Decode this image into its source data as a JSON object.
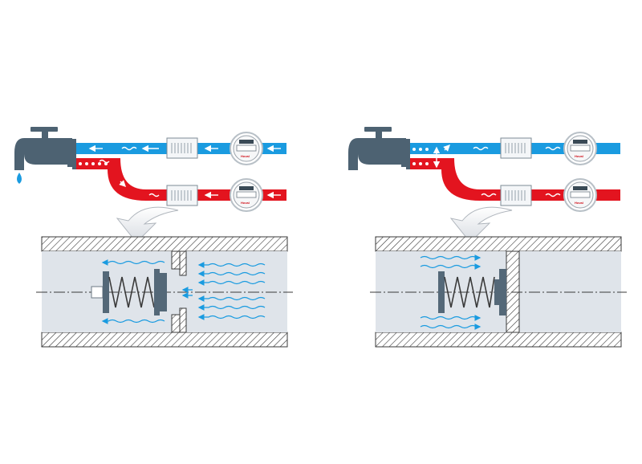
{
  "diagram": {
    "panels": [
      {
        "state": "flowing",
        "valve": "open",
        "tap_dripping": true
      },
      {
        "state": "stopped",
        "valve": "closed",
        "tap_dripping": false
      }
    ],
    "meter_brand": "Hoval",
    "colors": {
      "cold_pipe": "#1a9be0",
      "hot_pipe": "#e3141f",
      "tap": "#4d6272",
      "valve_body": "#546878",
      "section_fill": "#dfe4ea",
      "flow_arrow": "#1a9be0",
      "hatch": "#3a3a3a"
    },
    "icons": [
      "tap-icon",
      "water-meter-icon",
      "check-valve-icon",
      "spring-icon",
      "flow-arrow-icon",
      "callout-arrow-icon"
    ]
  }
}
